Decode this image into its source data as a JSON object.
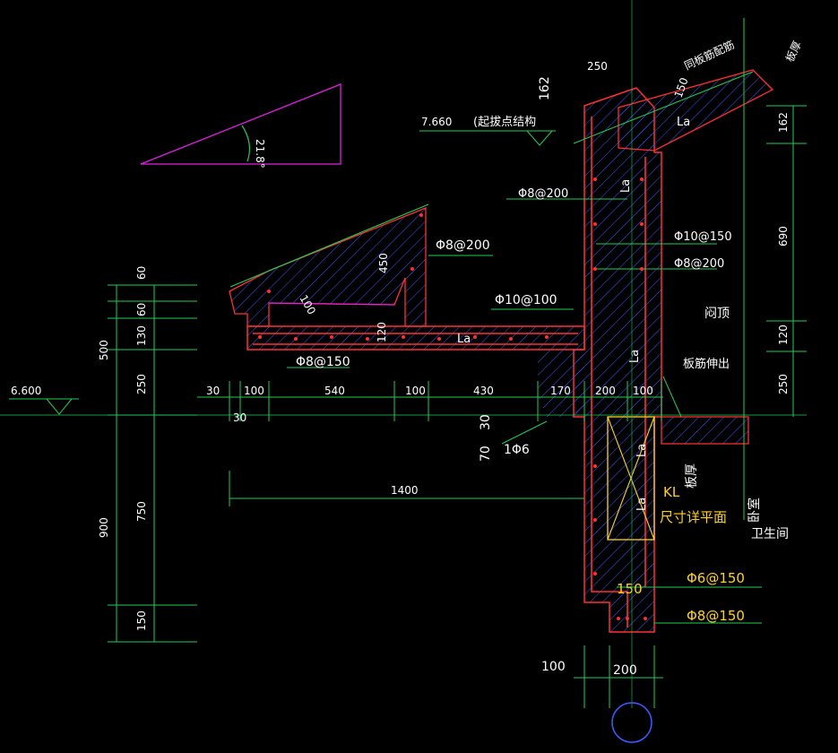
{
  "angle_label": "21.8°",
  "elevations": {
    "top": "7.660",
    "top_note": "(起拔点结构",
    "bottom": "6.600"
  },
  "rebar_labels": {
    "r1": "Φ8@200",
    "r2": "Φ8@200",
    "r3": "Φ10@150",
    "r4": "Φ8@200",
    "r5": "Φ10@100",
    "r6": "Φ8@150",
    "r7": "1Φ6",
    "r8": "Φ6@150",
    "r9": "Φ8@150"
  },
  "la_label": "La",
  "dims_top": {
    "d250": "250",
    "d162": "162",
    "d150": "150",
    "slab_label": "板厚",
    "rebar_angle_label": "同板筋配筋"
  },
  "dims_right": [
    "162",
    "690",
    "120",
    "250"
  ],
  "dims_left_vertical": [
    "60",
    "60",
    "130",
    "250",
    "750",
    "150"
  ],
  "dims_left_total": [
    "500",
    "900"
  ],
  "dims_horizontal": [
    "30",
    "100",
    "540",
    "100",
    "430",
    "170",
    "200",
    "100"
  ],
  "dims_misc": {
    "d30b": "30",
    "d30v": "30",
    "d70": "70",
    "d450": "450",
    "d100s": "100",
    "d120": "120",
    "d1400": "1400",
    "d150in": "150",
    "d100b": "100",
    "d200b": "200"
  },
  "text_labels": {
    "loft": "闷顶",
    "slab_extend": "板筋伸出",
    "slab_thick": "板厚",
    "beam": "KL",
    "beam_note": "尺寸详平面",
    "bedroom": "卧室",
    "bathroom": "卫生间"
  },
  "colors": {
    "bg": "#000000",
    "concrete_outline": "#ff3030",
    "hatch": "#4a6fff",
    "dimension": "#22cc55",
    "text": "#ffffff",
    "yellow": "#ffd21f",
    "magenta": "#e020e0"
  }
}
